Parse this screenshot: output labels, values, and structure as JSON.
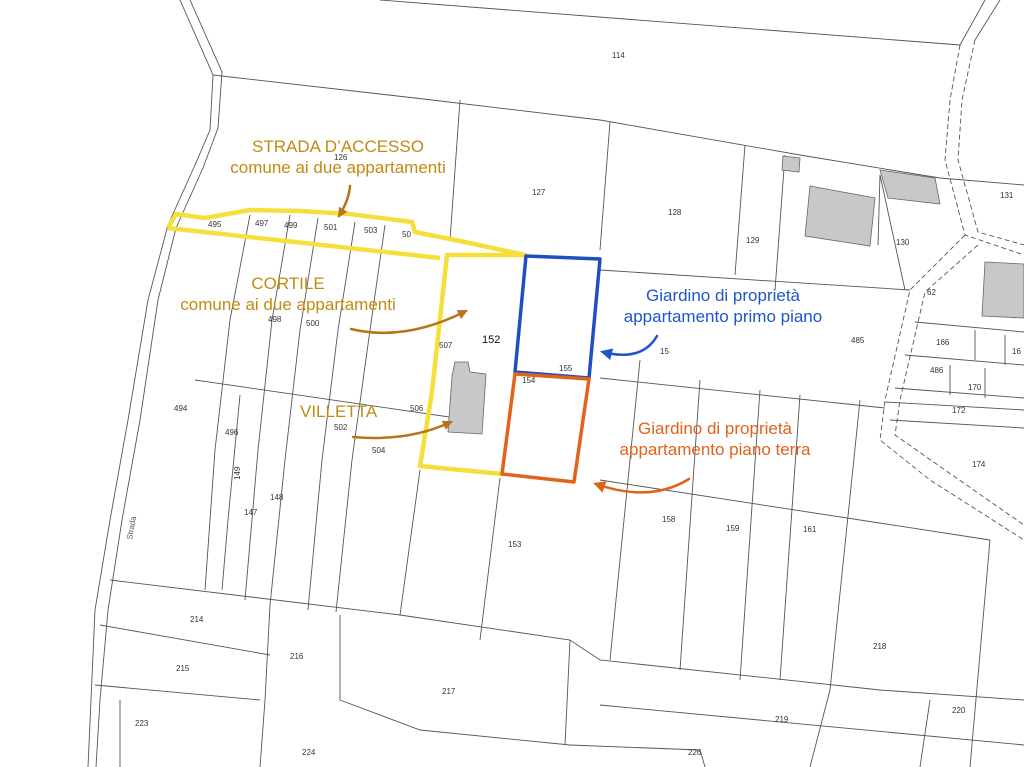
{
  "parcels": {
    "p114": "114",
    "p126": "126",
    "p127": "127",
    "p128": "128",
    "p129": "129",
    "p130": "130",
    "p131": "131",
    "p495": "495",
    "p497": "497",
    "p499": "499",
    "p501": "501",
    "p503": "503",
    "p50x": "50",
    "p498": "498",
    "p500": "500",
    "p507": "507",
    "p152": "152",
    "p155": "155",
    "p154": "154",
    "p62": "62",
    "p485": "485",
    "p166": "166",
    "p16": "16",
    "p486": "486",
    "p170": "170",
    "p172": "172",
    "p174": "174",
    "p494": "494",
    "p496": "496",
    "p502": "502",
    "p504": "504",
    "p506": "506",
    "p149": "149",
    "p148": "148",
    "p147": "147",
    "p153": "153",
    "p158": "158",
    "p159": "159",
    "p161": "161",
    "p214": "214",
    "p215": "215",
    "p216": "216",
    "p217": "217",
    "p218": "218",
    "p219": "219",
    "p220": "220",
    "p223": "223",
    "p224": "224",
    "p226": "226",
    "p15x": "15"
  },
  "road_label": "Strada",
  "annotations": {
    "access_road": {
      "line1": "STRADA D’ACCESSO",
      "line2": "comune ai due appartamenti",
      "color": "#c28a12"
    },
    "courtyard": {
      "line1": "CORTILE",
      "line2": "comune ai due appartamenti",
      "color": "#c28a12"
    },
    "villa": {
      "line1": "VILLETTA",
      "color": "#c28a12"
    },
    "garden_first": {
      "line1": "Giardino di proprietà",
      "line2": "appartamento primo piano",
      "color": "#1f56c8"
    },
    "garden_ground": {
      "line1": "Giardino di proprietà",
      "line2": "appartamento piano terra",
      "color": "#e0621a"
    }
  },
  "colors": {
    "yellow_boundary": "#f6df3b",
    "blue_boundary": "#1f4ec4",
    "orange_boundary": "#e2621b",
    "arrow_brown": "#b8741c",
    "arrow_blue": "#1f56c8",
    "arrow_orange": "#e0621a",
    "building_gray": "#c8c8c8",
    "line_gray": "#555555"
  }
}
